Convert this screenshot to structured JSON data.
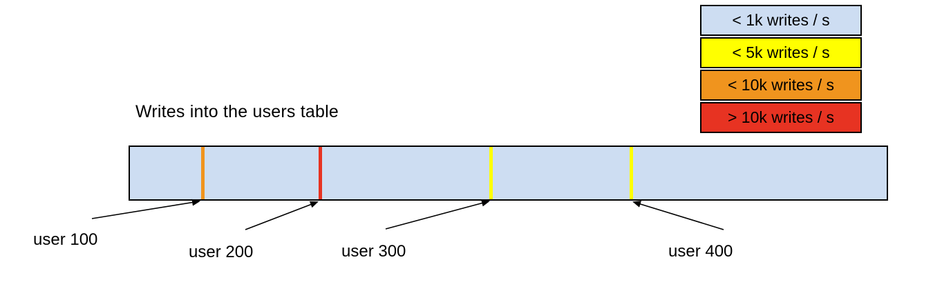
{
  "title": "Writes into the users table",
  "colors": {
    "bar_fill": "#cdddf2",
    "blue": "#cdddf2",
    "yellow": "#ffff00",
    "orange": "#f0941e",
    "red": "#e73322",
    "border": "#000000"
  },
  "legend": {
    "items": [
      {
        "label": "< 1k writes / s",
        "color": "#cdddf2"
      },
      {
        "label": "< 5k writes / s",
        "color": "#ffff00"
      },
      {
        "label": "< 10k writes / s",
        "color": "#f0941e"
      },
      {
        "label": "> 10k writes / s",
        "color": "#e73322"
      }
    ]
  },
  "bar": {
    "name": "users table",
    "fill_color": "#cdddf2",
    "markers": [
      {
        "label": "user 100",
        "rate_category": "< 10k writes / s",
        "color": "#f0941e"
      },
      {
        "label": "user 200",
        "rate_category": "> 10k writes / s",
        "color": "#e73322"
      },
      {
        "label": "user 300",
        "rate_category": "< 5k writes / s",
        "color": "#ffff00"
      },
      {
        "label": "user 400",
        "rate_category": "< 5k writes / s",
        "color": "#ffff00"
      }
    ]
  }
}
